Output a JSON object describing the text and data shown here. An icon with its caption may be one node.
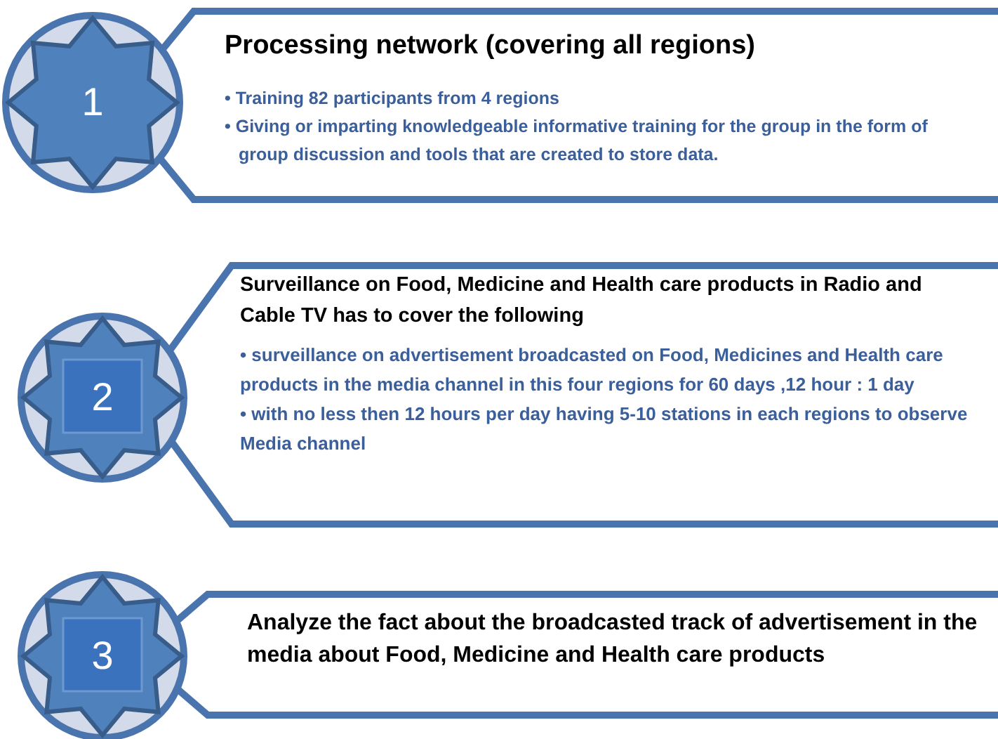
{
  "diagram": {
    "nodes": [
      {
        "text": [
          "1"
        ]
      },
      {
        "text": [
          "Processing network (covering all regions)",
          "• Training 82 participants  from 4 regions",
          "• Giving or imparting knowledgeable informative training for the  group in the form of group discussion and tools that are created to store data."
        ]
      },
      {
        "text": [
          "2"
        ]
      },
      {
        "text": [
          "Surveillance on Food, Medicine and Health care products in Radio and Cable TV has to cover the following",
          "• surveillance on advertisement broadcasted on Food, Medicines and Health care products in the media channel in this four regions for 60 days ,12 hour : 1 day",
          "• with no less then 12 hours per day having  5-10 stations in each regions to observe Media channel"
        ]
      },
      {
        "text": [
          "3"
        ]
      },
      {
        "text": [
          "Analyze the fact about the broadcasted track of advertisement  in the media about  Food, Medicine and Health care products"
        ]
      }
    ]
  }
}
